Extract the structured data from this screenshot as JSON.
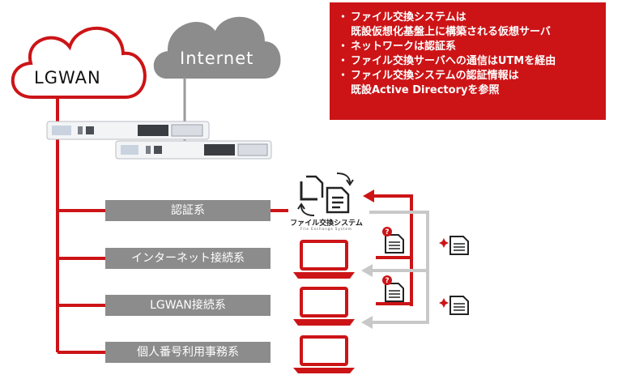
{
  "clouds": {
    "lgwan_label": "LGWAN",
    "internet_label": "Internet"
  },
  "note": {
    "items": [
      {
        "line1": "ファイル交換システムは",
        "line2": "既設仮想化基盤上に構築される仮想サーバ"
      },
      {
        "line1": "ネットワークは認証系",
        "line2": ""
      },
      {
        "line1": "ファイル交換サーバへの通信はUTMを経由",
        "line2": ""
      },
      {
        "line1": "ファイル交換システムの認証情報は",
        "line2": "既設Active Directoryを参照"
      }
    ]
  },
  "systems": [
    {
      "label": "認証系"
    },
    {
      "label": "インターネット接続系"
    },
    {
      "label": "LGWAN接続系"
    },
    {
      "label": "個人番号利用事務系"
    }
  ],
  "file_exchange": {
    "label": "ファイル交換システム",
    "sublabel": "File Exchange System"
  },
  "colors": {
    "accent_red": "#cc1417",
    "gray_bar": "#8c8c8c",
    "internet_cloud": "#8c8c8c",
    "arrow_gray": "#c8c8c8"
  }
}
